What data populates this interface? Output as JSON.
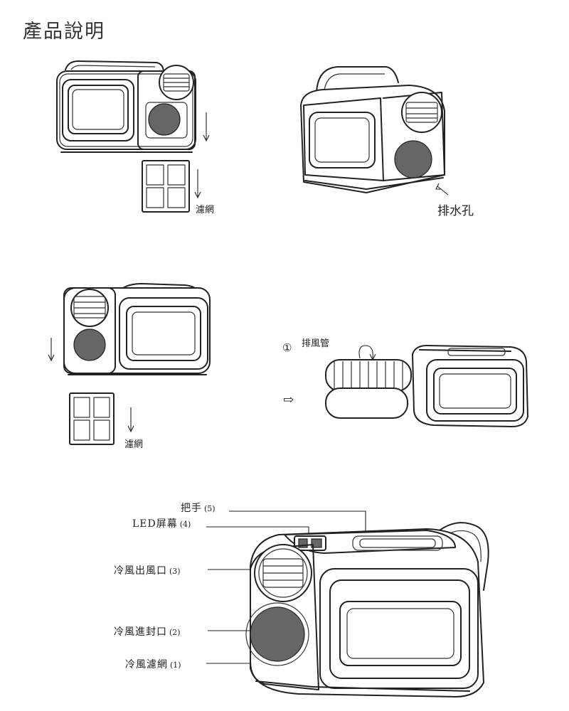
{
  "page": {
    "title": "產品說明"
  },
  "step1": {
    "filter_label": "濾網"
  },
  "step2": {
    "drain_label": "排水孔"
  },
  "step3": {
    "filter_label": "濾網"
  },
  "step4": {
    "marker": "①",
    "hose_label": "排風管",
    "arrow_glyph": "⇨"
  },
  "callouts": [
    {
      "label": "把手",
      "num": "(5)"
    },
    {
      "label": "LED屏幕",
      "num": "(4)"
    },
    {
      "label": "冷風出風口",
      "num": "(3)"
    },
    {
      "label": "冷風進封口",
      "num": "(2)"
    },
    {
      "label": "冷風濾網",
      "num": "(1)"
    }
  ]
}
